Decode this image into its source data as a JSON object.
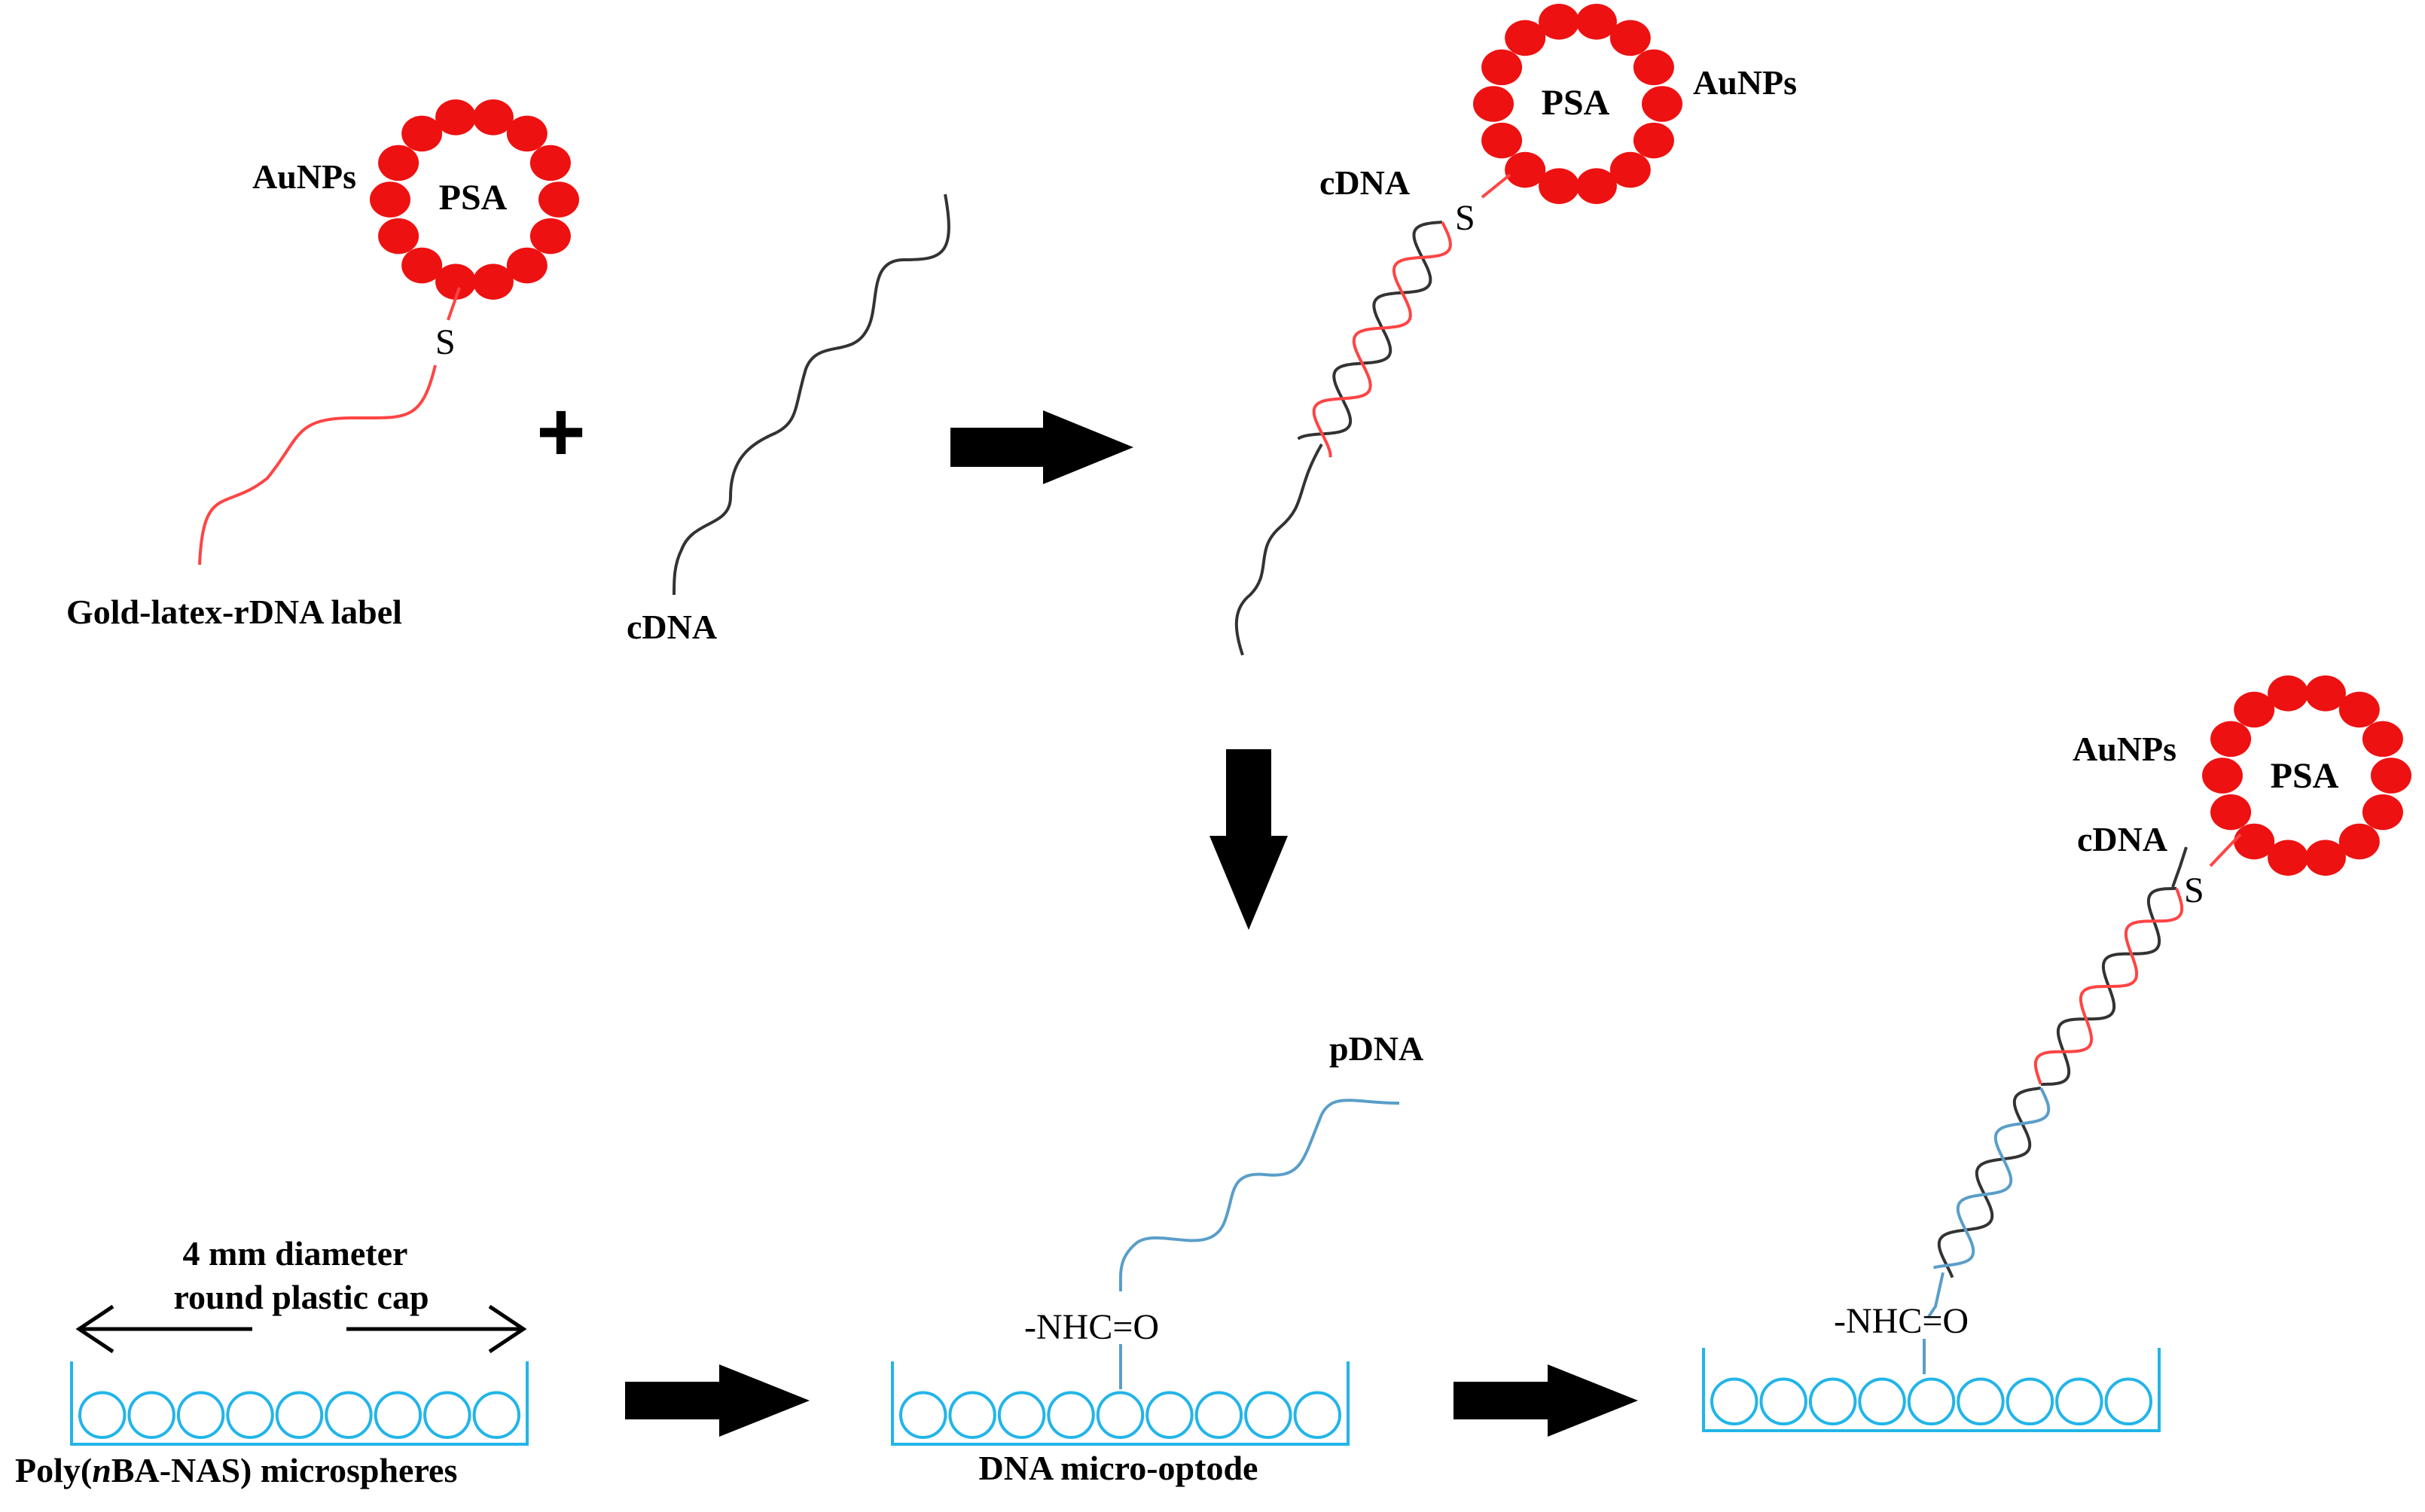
{
  "labels": {
    "gold_label": "Gold-latex-rDNA label",
    "cdna_free": "cDNA",
    "cdna_hybrid": "cDNA",
    "cdna_final": "cDNA",
    "aunps_1": "AuNPs",
    "aunps_2": "AuNPs",
    "aunps_3": "AuNPs",
    "psa_1": "PSA",
    "psa_2": "PSA",
    "psa_3": "PSA",
    "s_1": "S",
    "s_2": "S",
    "s_3": "S",
    "plus": "+",
    "pdna": "pDNA",
    "cap_line1": "4 mm diameter",
    "cap_line2": "round plastic cap",
    "microspheres_pre": "Poly(",
    "microspheres_italic": "n",
    "microspheres_post": "BA-NAS) microspheres",
    "optode": "DNA micro-optode",
    "amide_1": "-NHC=O",
    "amide_2": "-NHC=O"
  },
  "colors": {
    "gold_particle": "#ee1111",
    "rdna_strand": "#ff4444",
    "cdna_strand": "#333333",
    "pdna_strand": "#5a9ec9",
    "microsphere": "#22b5e8",
    "arrow": "#000000"
  }
}
